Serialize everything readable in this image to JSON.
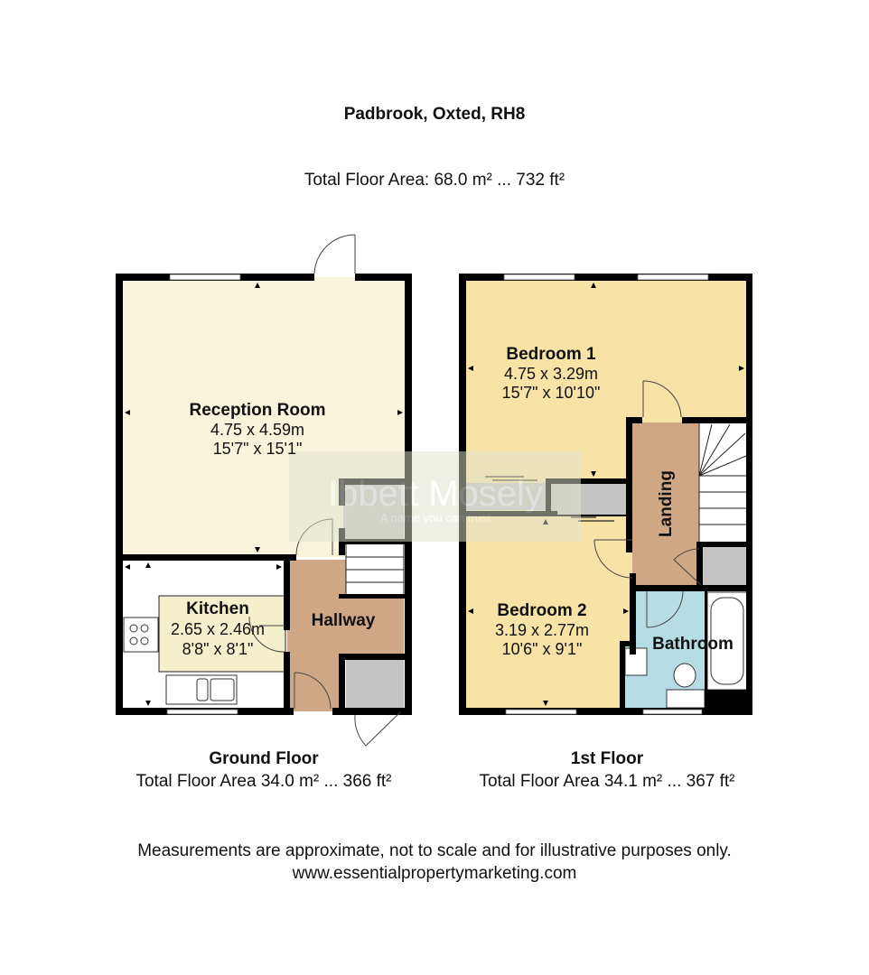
{
  "header": {
    "title": "Padbrook, Oxted, RH8",
    "total_floor_area": "Total Floor Area: 68.0 m² ... 732 ft²"
  },
  "watermark": {
    "brand": "Ibbett Mosely",
    "tagline": "A name you can trust"
  },
  "colors": {
    "reception": "#f8f4dc",
    "bedroom": "#f7e3a6",
    "hallway": "#cfa785",
    "bathroom": "#b6dde5",
    "storage": "#c4c4c4",
    "wall": "#000000"
  },
  "floors": [
    {
      "name": "Ground Floor",
      "area": "Total Floor Area 34.0 m² ... 366 ft²",
      "rooms": [
        {
          "name": "Reception Room",
          "metric": "4.75 x 4.59m",
          "imperial": "15'7\" x 15'1\""
        },
        {
          "name": "Kitchen",
          "metric": "2.65 x 2.46m",
          "imperial": "8'8\" x 8'1\""
        },
        {
          "name": "Hallway"
        }
      ]
    },
    {
      "name": "1st Floor",
      "area": "Total Floor Area 34.1 m² ... 367 ft²",
      "rooms": [
        {
          "name": "Bedroom 1",
          "metric": "4.75 x 3.29m",
          "imperial": "15'7\" x 10'10\""
        },
        {
          "name": "Bedroom 2",
          "metric": "3.19 x 2.77m",
          "imperial": "10'6\" x 9'1\""
        },
        {
          "name": "Landing"
        },
        {
          "name": "Bathroom"
        }
      ]
    }
  ],
  "footer": {
    "disclaimer": "Measurements are approximate, not to scale and for illustrative purposes only.",
    "website": "www.essentialpropertymarketing.com"
  }
}
